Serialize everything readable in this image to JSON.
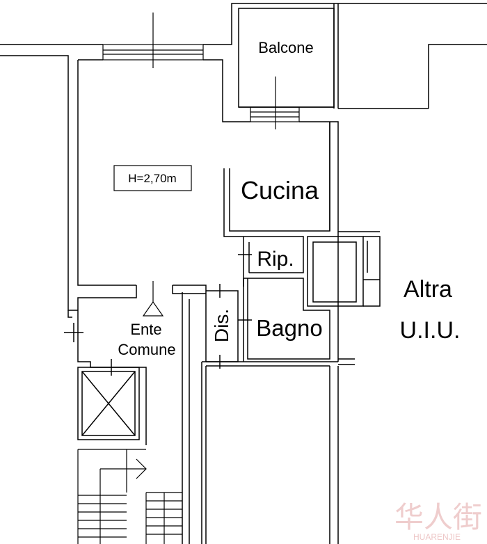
{
  "rooms": {
    "balcone": "Balcone",
    "cucina": "Cucina",
    "ripostiglio": "Rip.",
    "bagno": "Bagno",
    "disimpegno": "Dis.",
    "ente_comune_line1": "Ente",
    "ente_comune_line2": "Comune",
    "altra_uiu_line1": "Altra",
    "altra_uiu_line2": "U.I.U."
  },
  "ceiling_height": "H=2,70m",
  "watermark": {
    "logo_text": "华人街",
    "site_text": "HUARENJIE"
  }
}
